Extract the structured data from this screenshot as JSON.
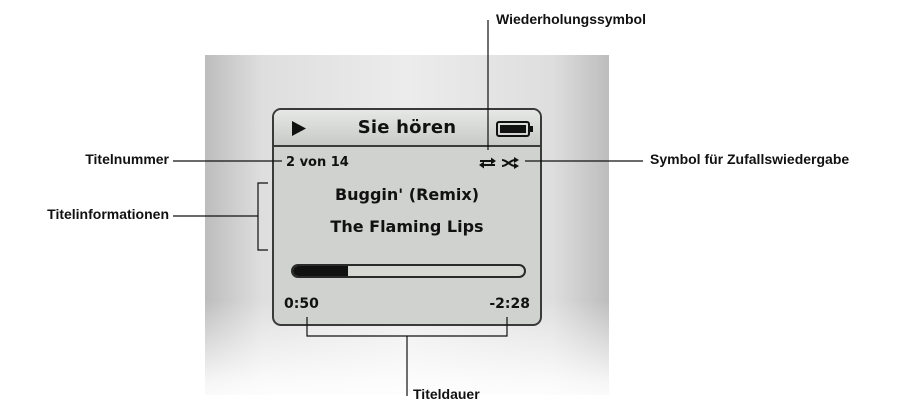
{
  "screen": {
    "header_title": "Sie hören",
    "track_number": "2 von 14",
    "song_title": "Buggin' (Remix)",
    "artist": "The Flaming Lips",
    "progress_fraction": 0.24,
    "time_elapsed": "0:50",
    "time_remaining": "-2:28",
    "icons": [
      "play-icon",
      "battery-icon",
      "repeat-icon",
      "shuffle-icon"
    ]
  },
  "callouts": {
    "repeat_icon": "Wiederholungssymbol",
    "shuffle_icon": "Symbol für Zufallswiedergabe",
    "track_number": "Titelnummer",
    "track_info": "Titelinformationen",
    "track_duration": "Titeldauer"
  }
}
